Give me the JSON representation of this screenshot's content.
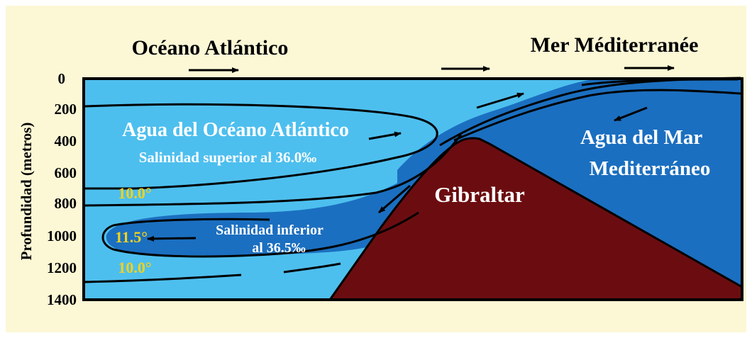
{
  "header": {
    "left_title": "Océano Atlántico",
    "right_title": "Mer Méditerranée"
  },
  "axis": {
    "ylabel": "Profundidad (metros)",
    "ticks": [
      "0",
      "200",
      "400",
      "600",
      "800",
      "1000",
      "1200",
      "1400"
    ]
  },
  "labels": {
    "atlantic_water": "Agua del Océano Atlántico",
    "atlantic_salinity": "Salinidad superior al 36.0‰",
    "med_water_line1": "Agua del Mar",
    "med_water_line2": "Mediterráneo",
    "strait": "Gibraltar",
    "outflow_salinity_line1": "Salinidad inferior",
    "outflow_salinity_line2": "al 36.5‰",
    "temp_upper": "10.0°",
    "temp_core": "11.5°",
    "temp_lower": "10.0°"
  },
  "colors": {
    "background": "#fcf8d6",
    "atlantic_water": "#4dbfee",
    "mediterranean_water": "#1b6fc0",
    "rock": "#6b0d10",
    "temperature_text": "#f2d21b",
    "text_light": "#ffffff",
    "text_dark": "#000000"
  }
}
